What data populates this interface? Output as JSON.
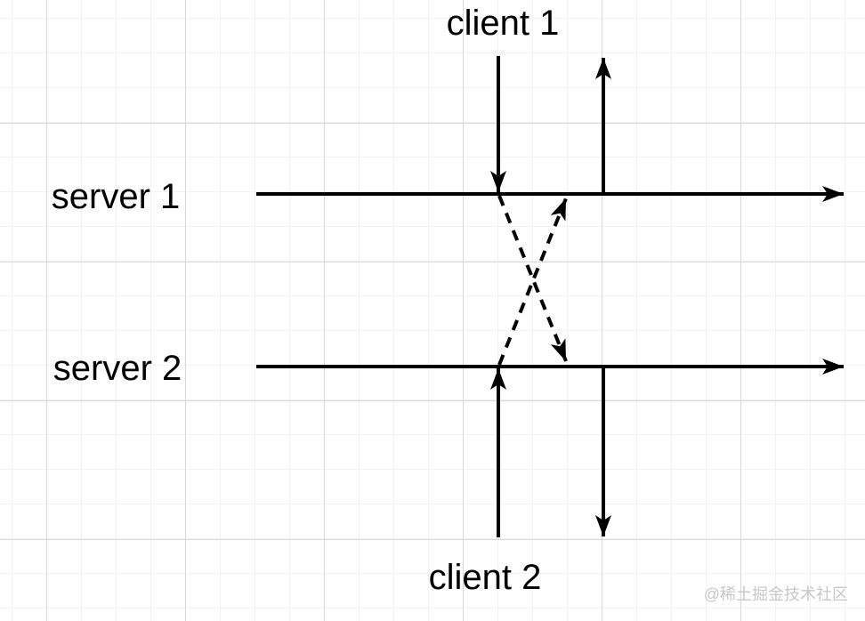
{
  "diagram": {
    "type": "message-sequence-crossing-diagram",
    "labels": {
      "client1": "client 1",
      "server1": "server 1",
      "server2": "server 2",
      "client2": "client 2"
    },
    "edges": [
      {
        "name": "server1-timeline",
        "from": "server 1",
        "to": "right edge",
        "style": "solid",
        "direction": "right"
      },
      {
        "name": "server2-timeline",
        "from": "server 2",
        "to": "right edge",
        "style": "solid",
        "direction": "right"
      },
      {
        "name": "client1-to-server1",
        "from": "client 1",
        "to": "server 1",
        "style": "solid",
        "direction": "down"
      },
      {
        "name": "server1-to-client1",
        "from": "server 1",
        "to": "client 1",
        "style": "solid",
        "direction": "up"
      },
      {
        "name": "client2-to-server2",
        "from": "client 2",
        "to": "server 2",
        "style": "solid",
        "direction": "up"
      },
      {
        "name": "server2-to-client2",
        "from": "server 2",
        "to": "client 2",
        "style": "solid",
        "direction": "down"
      },
      {
        "name": "server1-forward-to-server2",
        "from": "server 1",
        "to": "server 2",
        "style": "dashed",
        "direction": "down-right"
      },
      {
        "name": "server2-forward-to-server1",
        "from": "server 2",
        "to": "server 1",
        "style": "dashed",
        "direction": "up-right"
      }
    ]
  },
  "watermark": {
    "text": "@稀土掘金技术社区"
  },
  "colors": {
    "line": "#000000",
    "text": "#000000",
    "grid_minor": "#f2f2f2",
    "grid_major": "#d9d9d9",
    "watermark": "#c8c8c8",
    "background": "#ffffff"
  }
}
